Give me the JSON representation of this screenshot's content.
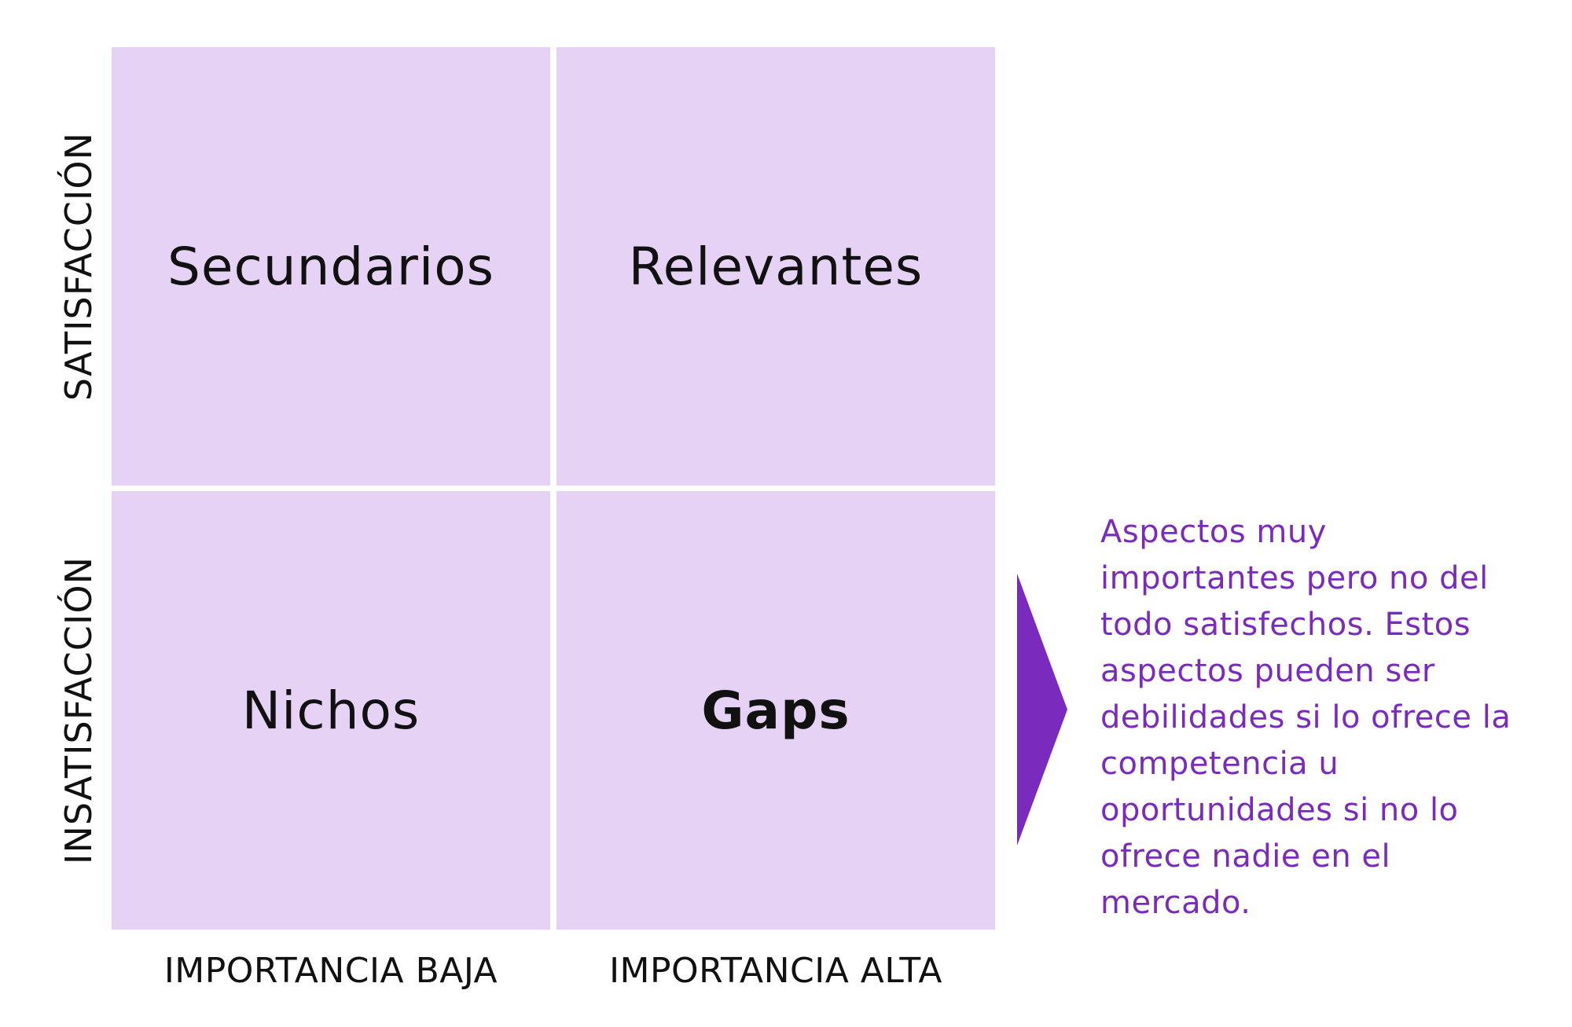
{
  "colors": {
    "quadrant_fill": "#e6d2f4",
    "accent_purple": "#7a2bbd",
    "text_dark": "#111111"
  },
  "quadrants": {
    "top_left": "Secundarios",
    "top_right": "Relevantes",
    "bottom_left": "Nichos",
    "bottom_right": "Gaps"
  },
  "axes": {
    "y_top": "SATISFACCIÓN",
    "y_bottom": "INSATISFACCIÓN",
    "x_left": "IMPORTANCIA BAJA",
    "x_right": "IMPORTANCIA ALTA"
  },
  "note": {
    "lines": [
      "Aspectos muy",
      "importantes pero no del",
      "todo satisfechos. Estos",
      "aspectos pueden ser",
      "debilidades si lo ofrece la",
      "competencia u",
      "oportunidades si no lo",
      "ofrece nadie en el",
      "mercado."
    ]
  },
  "icons": {
    "arrow": "triangle-pointer-right-icon"
  }
}
